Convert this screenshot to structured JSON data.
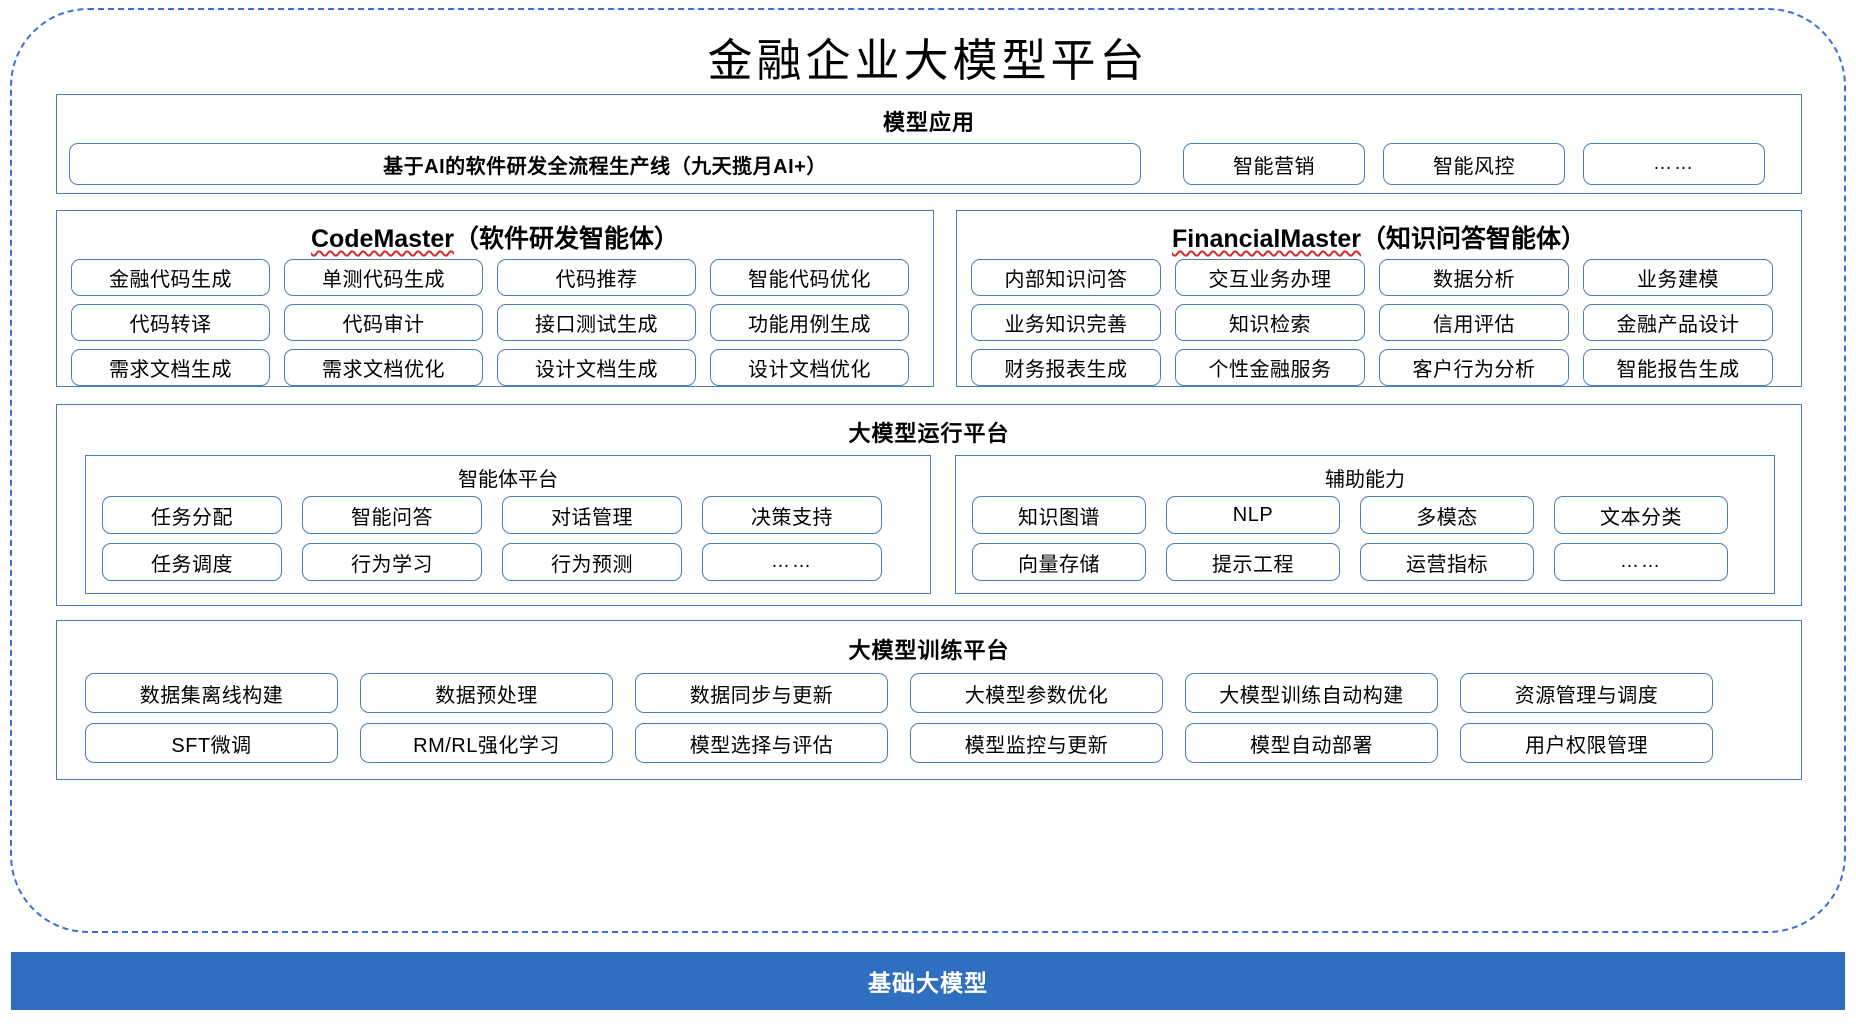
{
  "title": "金融企业大模型平台",
  "colors": {
    "border_blue": "#4a7ebb",
    "dashed_blue": "#3a6fd8",
    "foundation_bar": "#2e6fc0",
    "spellcheck_red": "#d22b2b"
  },
  "model_application": {
    "title": "模型应用",
    "main_pill": "基于AI的软件研发全流程生产线（九天揽月AI+）",
    "items": [
      "智能营销",
      "智能风控",
      "……"
    ]
  },
  "agents": [
    {
      "name": "CodeMaster",
      "suffix": "（软件研发智能体）",
      "rows": [
        [
          "金融代码生成",
          "单测代码生成",
          "代码推荐",
          "智能代码优化"
        ],
        [
          "代码转译",
          "代码审计",
          "接口测试生成",
          "功能用例生成"
        ],
        [
          "需求文档生成",
          "需求文档优化",
          "设计文档生成",
          "设计文档优化"
        ]
      ]
    },
    {
      "name": "FinancialMaster",
      "suffix": "（知识问答智能体）",
      "rows": [
        [
          "内部知识问答",
          "交互业务办理",
          "数据分析",
          "业务建模"
        ],
        [
          "业务知识完善",
          "知识检索",
          "信用评估",
          "金融产品设计"
        ],
        [
          "财务报表生成",
          "个性金融服务",
          "客户行为分析",
          "智能报告生成"
        ]
      ]
    }
  ],
  "runtime_platform": {
    "title": "大模型运行平台",
    "panels": [
      {
        "title": "智能体平台",
        "rows": [
          [
            "任务分配",
            "智能问答",
            "对话管理",
            "决策支持"
          ],
          [
            "任务调度",
            "行为学习",
            "行为预测",
            "……"
          ]
        ]
      },
      {
        "title": "辅助能力",
        "rows": [
          [
            "知识图谱",
            "NLP",
            "多模态",
            "文本分类"
          ],
          [
            "向量存储",
            "提示工程",
            "运营指标",
            "……"
          ]
        ]
      }
    ]
  },
  "training_platform": {
    "title": "大模型训练平台",
    "rows": [
      [
        "数据集离线构建",
        "数据预处理",
        "数据同步与更新",
        "大模型参数优化",
        "大模型训练自动构建",
        "资源管理与调度"
      ],
      [
        "SFT微调",
        "RM/RL强化学习",
        "模型选择与评估",
        "模型监控与更新",
        "模型自动部署",
        "用户权限管理"
      ]
    ]
  },
  "foundation": {
    "label": "基础大模型"
  }
}
